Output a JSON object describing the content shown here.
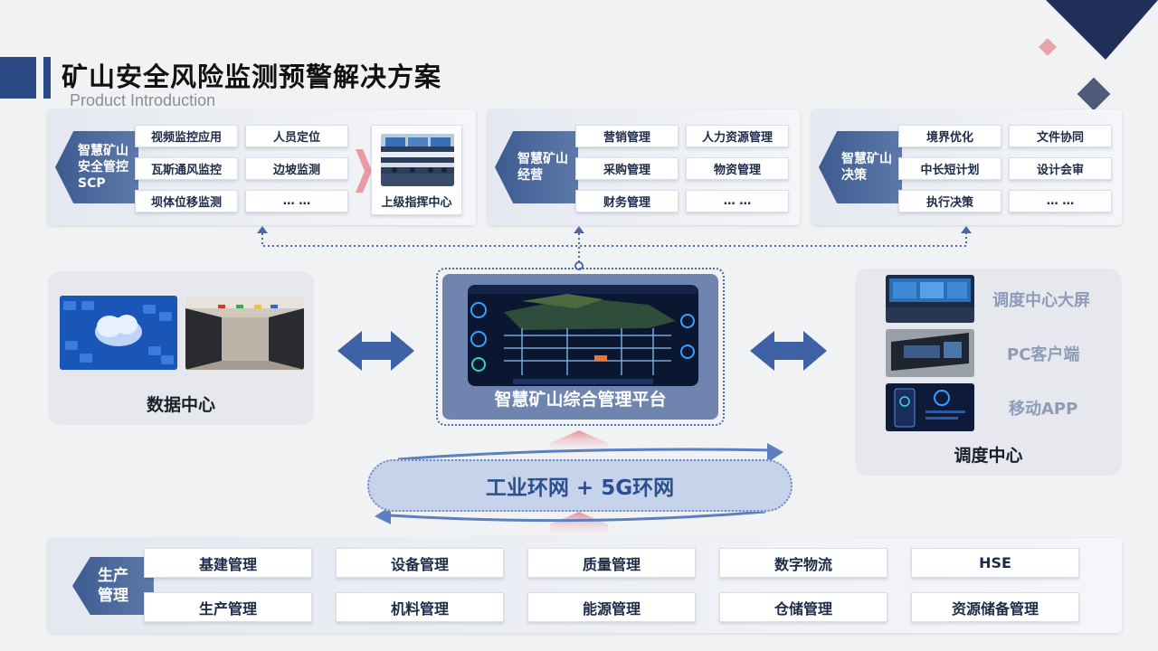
{
  "header": {
    "title": "矿山安全风险监测预警解决方案",
    "subtitle": "Product Introduction"
  },
  "top_panels": [
    {
      "tag": [
        "智慧矿山",
        "安全管控",
        "SCP"
      ],
      "items": [
        "视频监控应用",
        "人员定位",
        "瓦斯通风监控",
        "边坡监测",
        "坝体位移监测",
        "… …"
      ],
      "photo_caption": "上级指挥中心"
    },
    {
      "tag": [
        "智慧矿山",
        "经营"
      ],
      "items": [
        "营销管理",
        "人力资源管理",
        "采购管理",
        "物资管理",
        "财务管理",
        "… …"
      ]
    },
    {
      "tag": [
        "智慧矿山",
        "决策"
      ],
      "items": [
        "境界优化",
        "文件协同",
        "中长短计划",
        "设计会审",
        "执行决策",
        "… …"
      ]
    }
  ],
  "data_center": {
    "label": "数据中心"
  },
  "platform": {
    "label": "智慧矿山综合管理平台"
  },
  "dispatch": {
    "label": "调度中心",
    "items": [
      "调度中心大屏",
      "PC客户端",
      "移动APP"
    ]
  },
  "network": {
    "label": "工业环网 + 5G环网"
  },
  "production": {
    "tag": [
      "生产",
      "管理"
    ],
    "items": [
      "基建管理",
      "设备管理",
      "质量管理",
      "数字物流",
      "HSE",
      "生产管理",
      "机料管理",
      "能源管理",
      "仓储管理",
      "资源储备管理"
    ]
  },
  "colors": {
    "navy": "#2c4a86",
    "accent_pink": "#e8a2aa",
    "platform_fill": "#6f85b0",
    "network_text": "#2b4f8f"
  }
}
